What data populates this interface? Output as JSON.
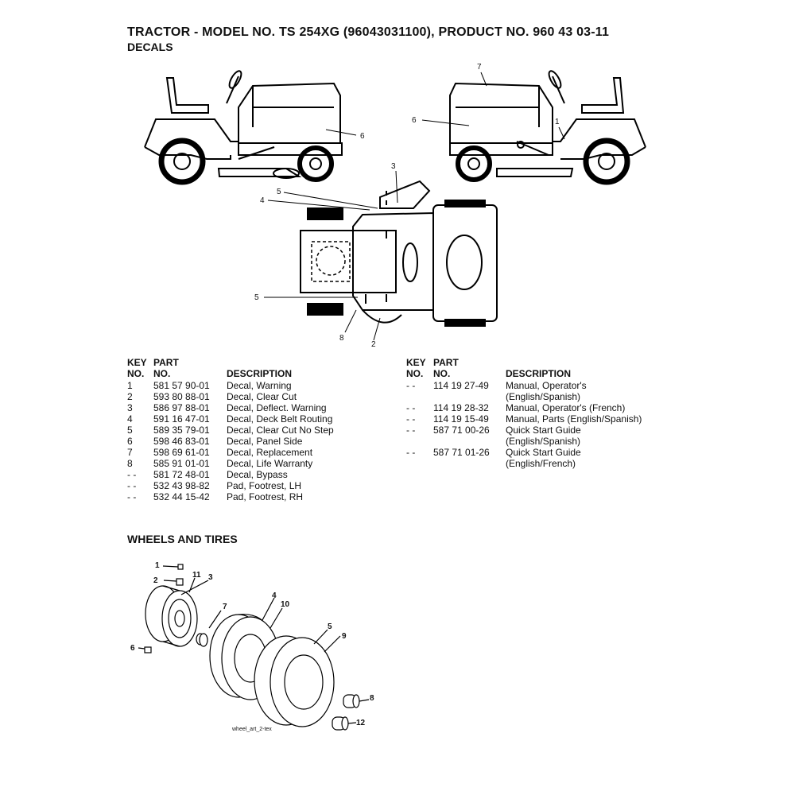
{
  "header": {
    "title": "TRACTOR - MODEL NO. TS 254XG (96043031100), PRODUCT NO. 960 43 03-11",
    "subtitle": "DECALS"
  },
  "decals_diagram": {
    "callouts": {
      "side_left_6": "6",
      "side_right_7": "7",
      "side_right_6": "6",
      "side_right_1": "1",
      "top_3": "3",
      "top_5a": "5",
      "top_4": "4",
      "top_5b": "5",
      "top_8": "8",
      "top_2": "2"
    }
  },
  "table_headers": {
    "key_line1": "KEY",
    "key_line2": "NO.",
    "part_line1": "PART",
    "part_line2": "NO.",
    "description": "DESCRIPTION"
  },
  "decals_parts_left": [
    {
      "key": "1",
      "part": "581 57 90-01",
      "desc": "Decal, Warning"
    },
    {
      "key": "2",
      "part": "593 80 88-01",
      "desc": "Decal, Clear Cut"
    },
    {
      "key": "3",
      "part": "586 97 88-01",
      "desc": "Decal, Deflect. Warning"
    },
    {
      "key": "4",
      "part": "591 16 47-01",
      "desc": "Decal, Deck Belt Routing"
    },
    {
      "key": "5",
      "part": "589 35 79-01",
      "desc": "Decal, Clear Cut No Step"
    },
    {
      "key": "6",
      "part": "598 46 83-01",
      "desc": "Decal, Panel Side"
    },
    {
      "key": "7",
      "part": "598 69 61-01",
      "desc": "Decal, Replacement"
    },
    {
      "key": "8",
      "part": "585 91 01-01",
      "desc": "Decal, Life Warranty"
    },
    {
      "key": "- -",
      "part": "581 72 48-01",
      "desc": "Decal, Bypass"
    },
    {
      "key": "- -",
      "part": "532 43 98-82",
      "desc": "Pad, Footrest, LH"
    },
    {
      "key": "- -",
      "part": "532 44 15-42",
      "desc": "Pad, Footrest, RH"
    }
  ],
  "decals_parts_right": [
    {
      "key": "- -",
      "part": "114 19 27-49",
      "desc": "Manual, Operator's",
      "desc2": "(English/Spanish)"
    },
    {
      "key": "- -",
      "part": "114 19 28-32",
      "desc": "Manual, Operator's (French)",
      "desc2": ""
    },
    {
      "key": "- -",
      "part": "114 19 15-49",
      "desc": "Manual, Parts (English/Spanish)",
      "desc2": ""
    },
    {
      "key": "- -",
      "part": "587 71 00-26",
      "desc": "Quick Start Guide",
      "desc2": "(English/Spanish)"
    },
    {
      "key": "- -",
      "part": "587 71 01-26",
      "desc": "Quick Start Guide",
      "desc2": "(English/French)"
    }
  ],
  "wheels_section": {
    "title": "WHEELS AND TIRES",
    "callouts": {
      "n1": "1",
      "n2": "2",
      "n11": "11",
      "n3": "3",
      "n7": "7",
      "n6": "6",
      "n4": "4",
      "n10": "10",
      "n5": "5",
      "n9": "9",
      "n8": "8",
      "n12": "12"
    },
    "art_label": "wheel_art_2-tex"
  }
}
